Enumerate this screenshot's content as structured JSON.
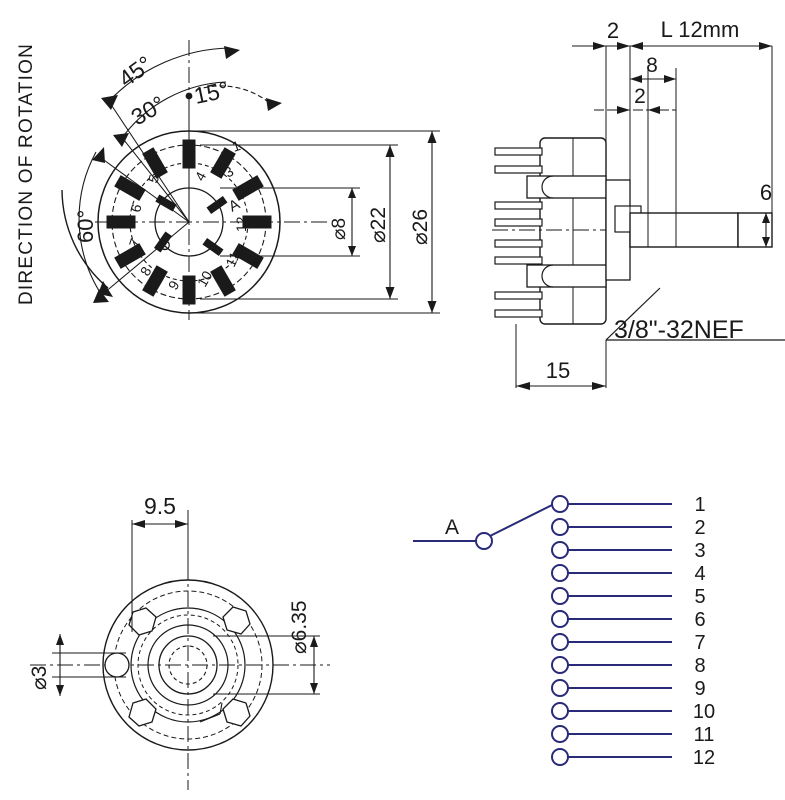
{
  "drawing": {
    "title": "Rotary switch technical drawing",
    "background": "#ffffff",
    "line_color": "#1a1a1a",
    "schematic_color": "#2a2a7a"
  },
  "rotation_note": {
    "text": "DIRECTION OF ROTATION",
    "orientation": "vertical"
  },
  "front_view": {
    "angles": [
      "45°",
      "30°",
      "15°",
      "60°"
    ],
    "diameters": [
      "⌀8",
      "⌀22",
      "⌀26"
    ],
    "hub_labels": [
      "A",
      "C"
    ],
    "positions": [
      "1",
      "2",
      "3",
      "4",
      "5",
      "6",
      "7",
      "8",
      "9",
      "10",
      "11",
      "12"
    ]
  },
  "side_view": {
    "dims": {
      "bushing_thickness": "2",
      "shaft_length": "L 12mm",
      "flat_length": "8",
      "flat_offset": "2",
      "shaft_dia": "6",
      "body_length": "15"
    },
    "thread": "3/8\"-32NEF"
  },
  "flange_view": {
    "dims": {
      "key_offset": "9.5",
      "shaft_dia": "⌀6.35",
      "key_width": "⌀3"
    }
  },
  "schematic": {
    "pole_label": "A",
    "terminals": [
      "1",
      "2",
      "3",
      "4",
      "5",
      "6",
      "7",
      "8",
      "9",
      "10",
      "11",
      "12"
    ],
    "selected_terminal": "1"
  }
}
